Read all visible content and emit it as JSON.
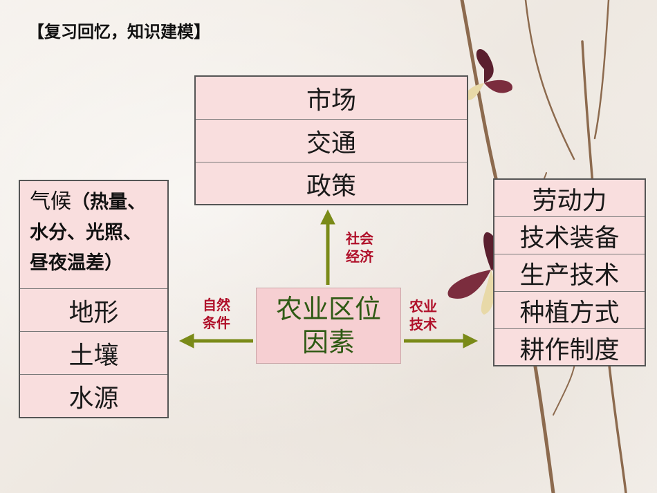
{
  "title": "【复习回忆，知识建模】",
  "center": {
    "line1": "农业区位",
    "line2": "因素"
  },
  "top_box": {
    "rows": [
      "市场",
      "交通",
      "政策"
    ]
  },
  "left_box": {
    "climate_line1_a": "气候",
    "climate_line1_b": "（热量、",
    "climate_line2": "水分、光照、",
    "climate_line3": "昼夜温差）",
    "rows": [
      "地形",
      "土壤",
      "水源"
    ]
  },
  "right_box": {
    "rows": [
      "劳动力",
      "技术装备",
      "生产技术",
      "种植方式",
      "耕作制度"
    ]
  },
  "labels": {
    "social_economic": [
      "社会",
      "经济"
    ],
    "natural_conditions": [
      "自然",
      "条件"
    ],
    "agri_technology": [
      "农业",
      "技术"
    ]
  },
  "colors": {
    "arrow": "#7a8a18",
    "label": "#b0102a",
    "center_text": "#2f5a14",
    "box_fill": "#f9dede"
  }
}
